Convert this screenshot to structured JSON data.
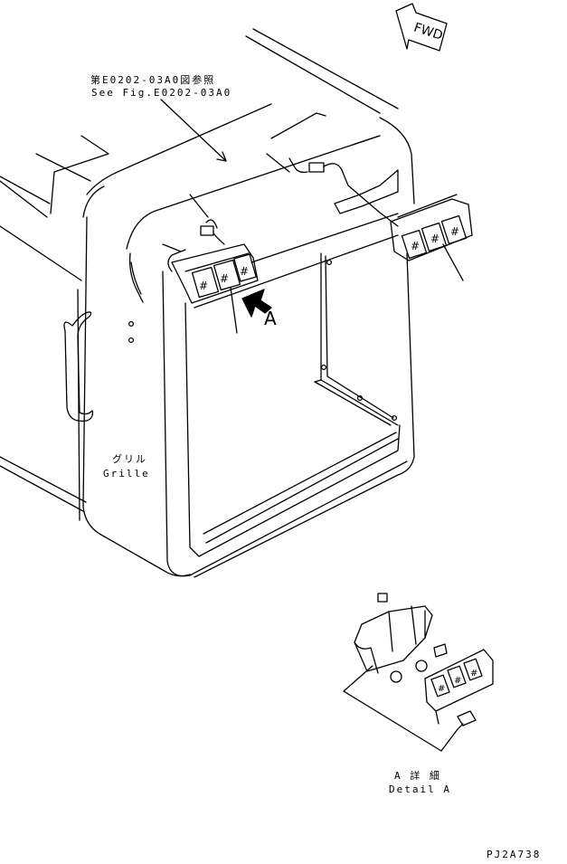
{
  "diagram": {
    "fwd_label": "FWD",
    "reference_ja": "第E0202-03A0図参照",
    "reference_en": "See Fig.E0202-03A0",
    "callout_letter": "A",
    "grille_ja": "グリル",
    "grille_en": "Grille",
    "detail_ja": "A 詳 細",
    "detail_en": "Detail A",
    "figure_id": "PJ2A738"
  }
}
